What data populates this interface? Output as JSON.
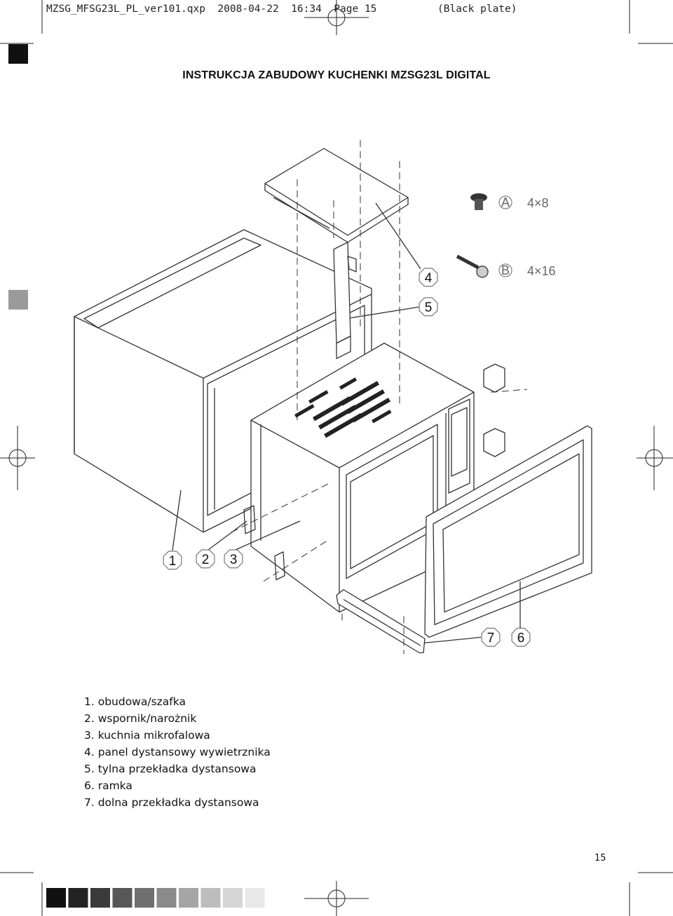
{
  "header": {
    "slug": "MZSG_MFSG23L_PL_ver101.qxp  2008-04-22  16:34  Page 15",
    "plate": "(Black plate)"
  },
  "title": "INSTRUKCJA ZABUDOWY KUCHENKI MZSG23L DIGITAL",
  "callouts": [
    "1",
    "2",
    "3",
    "4",
    "5",
    "6",
    "7"
  ],
  "screws": [
    {
      "letter": "A",
      "size": "4×8"
    },
    {
      "letter": "B",
      "size": "4×16"
    }
  ],
  "legend": [
    "1. obudowa/szafka",
    "2. wspornik/narożnik",
    "3. kuchnia mikrofalowa",
    "4. panel dystansowy wywietrznika",
    "5. tylna przekładka dystansowa",
    "6. ramka",
    "7. dolna przekładka dystansowa"
  ],
  "page_number": "15",
  "color_bar": [
    "#111111",
    "#232323",
    "#3a3a3a",
    "#575757",
    "#6f6f6f",
    "#8a8a8a",
    "#a5a5a5",
    "#bdbdbd",
    "#d5d5d5",
    "#e8e8e8"
  ],
  "colors": {
    "ink": "#111111",
    "line": "#333333"
  }
}
